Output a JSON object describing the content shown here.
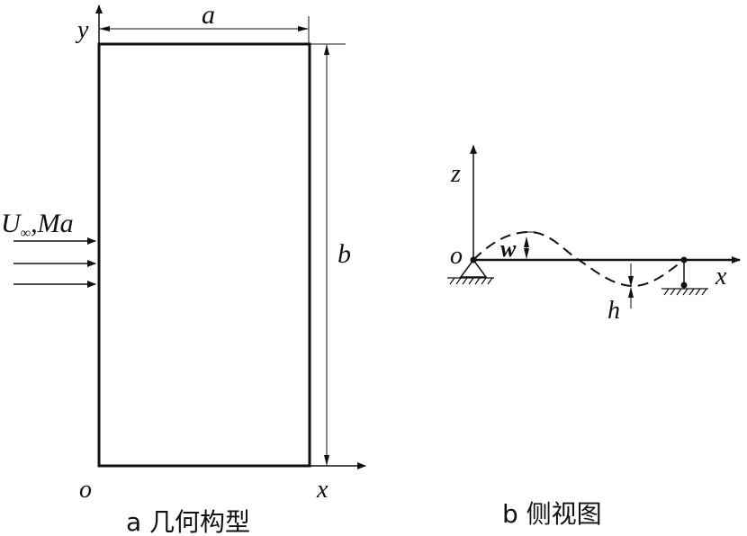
{
  "geometry": {
    "axis_y": "y",
    "axis_x": "x",
    "origin": "o",
    "width_label": "a",
    "height_label": "b",
    "flow_label": "U",
    "flow_sub": "∞",
    "flow_rest": ",Ma",
    "caption": "a 几何构型"
  },
  "side": {
    "axis_z": "z",
    "axis_x": "x",
    "origin": "o",
    "deflection_label": "w",
    "gap_label": "h",
    "caption": "b 侧视图"
  }
}
